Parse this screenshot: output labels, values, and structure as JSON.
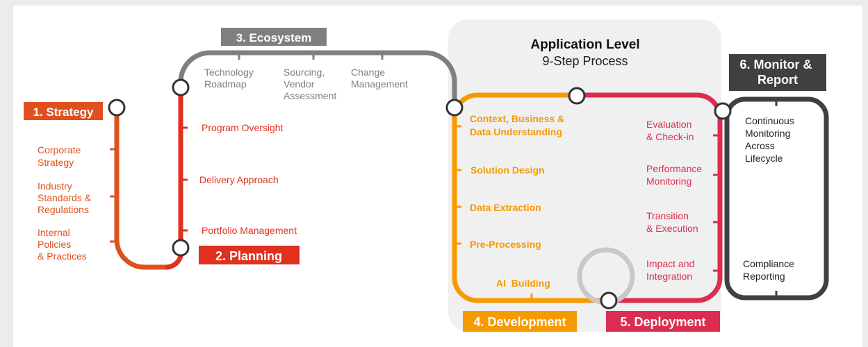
{
  "colors": {
    "strategy": "#e0501e",
    "planning": "#e0301e",
    "ecosystem": "#7f7f7f",
    "development": "#f59a00",
    "deployment": "#db2d4f",
    "monitor": "#404040",
    "loop": "#c8c8c8",
    "panel": "#f0f0f0"
  },
  "app_level": {
    "title": "Application Level",
    "subtitle": "9-Step Process"
  },
  "stages": {
    "strategy": {
      "header": "1. Strategy",
      "items": [
        [
          "Corporate",
          "Strategy"
        ],
        [
          "Industry",
          "Standards &",
          "Regulations"
        ],
        [
          "Internal",
          "Policies",
          "& Practices"
        ]
      ]
    },
    "planning": {
      "header": "2. Planning",
      "items": [
        "Program Oversight",
        "Delivery Approach",
        "Portfolio Management"
      ]
    },
    "ecosystem": {
      "header": "3. Ecosystem",
      "items": [
        [
          "Technology",
          "Roadmap"
        ],
        [
          "Sourcing,",
          "Vendor",
          "Assessment"
        ],
        [
          "Change",
          "Management"
        ]
      ]
    },
    "development": {
      "header": "4. Development",
      "items": [
        [
          "Context, Business &",
          "Data Understanding"
        ],
        [
          "Solution Design"
        ],
        [
          "Data Extraction"
        ],
        [
          "Pre-Processing"
        ],
        [
          "AI  Building"
        ]
      ]
    },
    "deployment": {
      "header": "5. Deployment",
      "items": [
        [
          "Evaluation",
          "& Check-in"
        ],
        [
          "Performance",
          "Monitoring"
        ],
        [
          "Transition",
          "& Execution"
        ],
        [
          "Impact and",
          "Integration"
        ]
      ]
    },
    "monitor": {
      "header": [
        "6.  Monitor &",
        "Report"
      ],
      "items": [
        [
          "Continuous",
          "Monitoring",
          "Across",
          "Lifecycle"
        ],
        [
          "Compliance",
          "Reporting"
        ]
      ]
    }
  }
}
